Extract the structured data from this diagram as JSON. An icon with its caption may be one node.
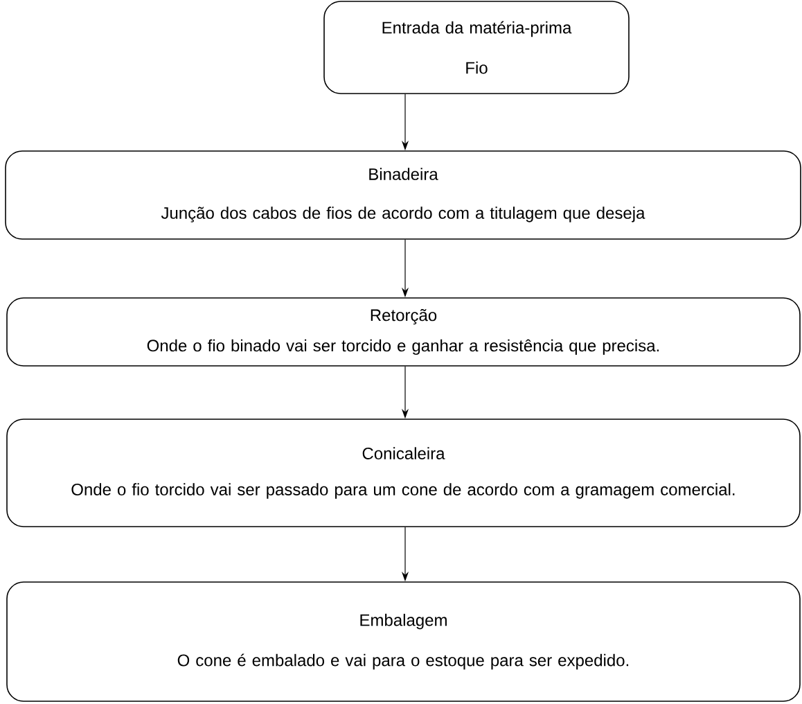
{
  "diagram": {
    "nodes": [
      {
        "text": [
          "Entrada da matéria-prima",
          "Fio"
        ]
      },
      {
        "text": [
          "Binadeira",
          "Junção dos cabos de fios de acordo com a titulagem que deseja"
        ]
      },
      {
        "text": [
          "Retorção",
          "Onde o fio binado vai ser torcido e ganhar a resistência que precisa."
        ]
      },
      {
        "text": [
          "Conicaleira",
          "Onde o fio torcido vai ser passado para um cone de acordo com a gramagem comercial."
        ]
      },
      {
        "text": [
          "Embalagem",
          "O cone é embalado e vai para o estoque para ser expedido."
        ]
      }
    ],
    "edges": [
      {
        "from": 0,
        "to": 1,
        "arrow": "to"
      },
      {
        "from": 1,
        "to": 2,
        "arrow": "to"
      },
      {
        "from": 2,
        "to": 3,
        "arrow": "to"
      },
      {
        "from": 3,
        "to": 4,
        "arrow": "to"
      }
    ]
  }
}
